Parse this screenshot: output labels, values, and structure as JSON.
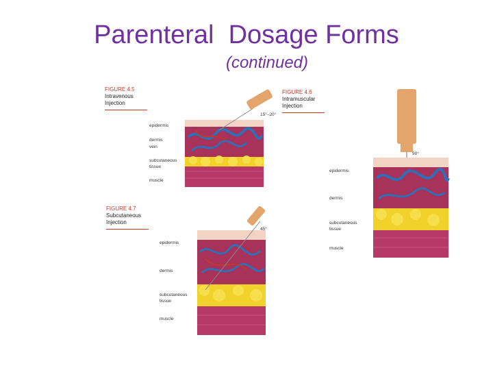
{
  "slide": {
    "title": "Parenteral  Dosage Forms",
    "subtitle": "(continued)"
  },
  "figures": [
    {
      "number": "FIGURE 4.5",
      "caption": [
        "Intravenous",
        "Injection"
      ],
      "angle": "15°–20°",
      "labels": [
        "epidermis",
        "dermis",
        "vein",
        "subcutaneous",
        "tissue",
        "muscle"
      ]
    },
    {
      "number": "FIGURE 4.6",
      "caption": [
        "Intramuscular",
        "Injection"
      ],
      "angle": "90°",
      "labels": [
        "epidermis",
        "dermis",
        "subcutaneous",
        "tissue",
        "muscle"
      ]
    },
    {
      "number": "FIGURE 4.7",
      "caption": [
        "Subcutaneous",
        "Injection"
      ],
      "angle": "45°",
      "labels": [
        "epidermis",
        "dermis",
        "subcutaneous",
        "tissue",
        "muscle"
      ]
    }
  ],
  "colors": {
    "title": "#7030a0",
    "epidermis": "#f2d3c4",
    "dermis": "#a8325a",
    "vein": "#2e6fb5",
    "artery": "#c0392b",
    "fat": "#f0d22a",
    "muscle": "#a8325a",
    "syringe": "#e3a56c"
  }
}
